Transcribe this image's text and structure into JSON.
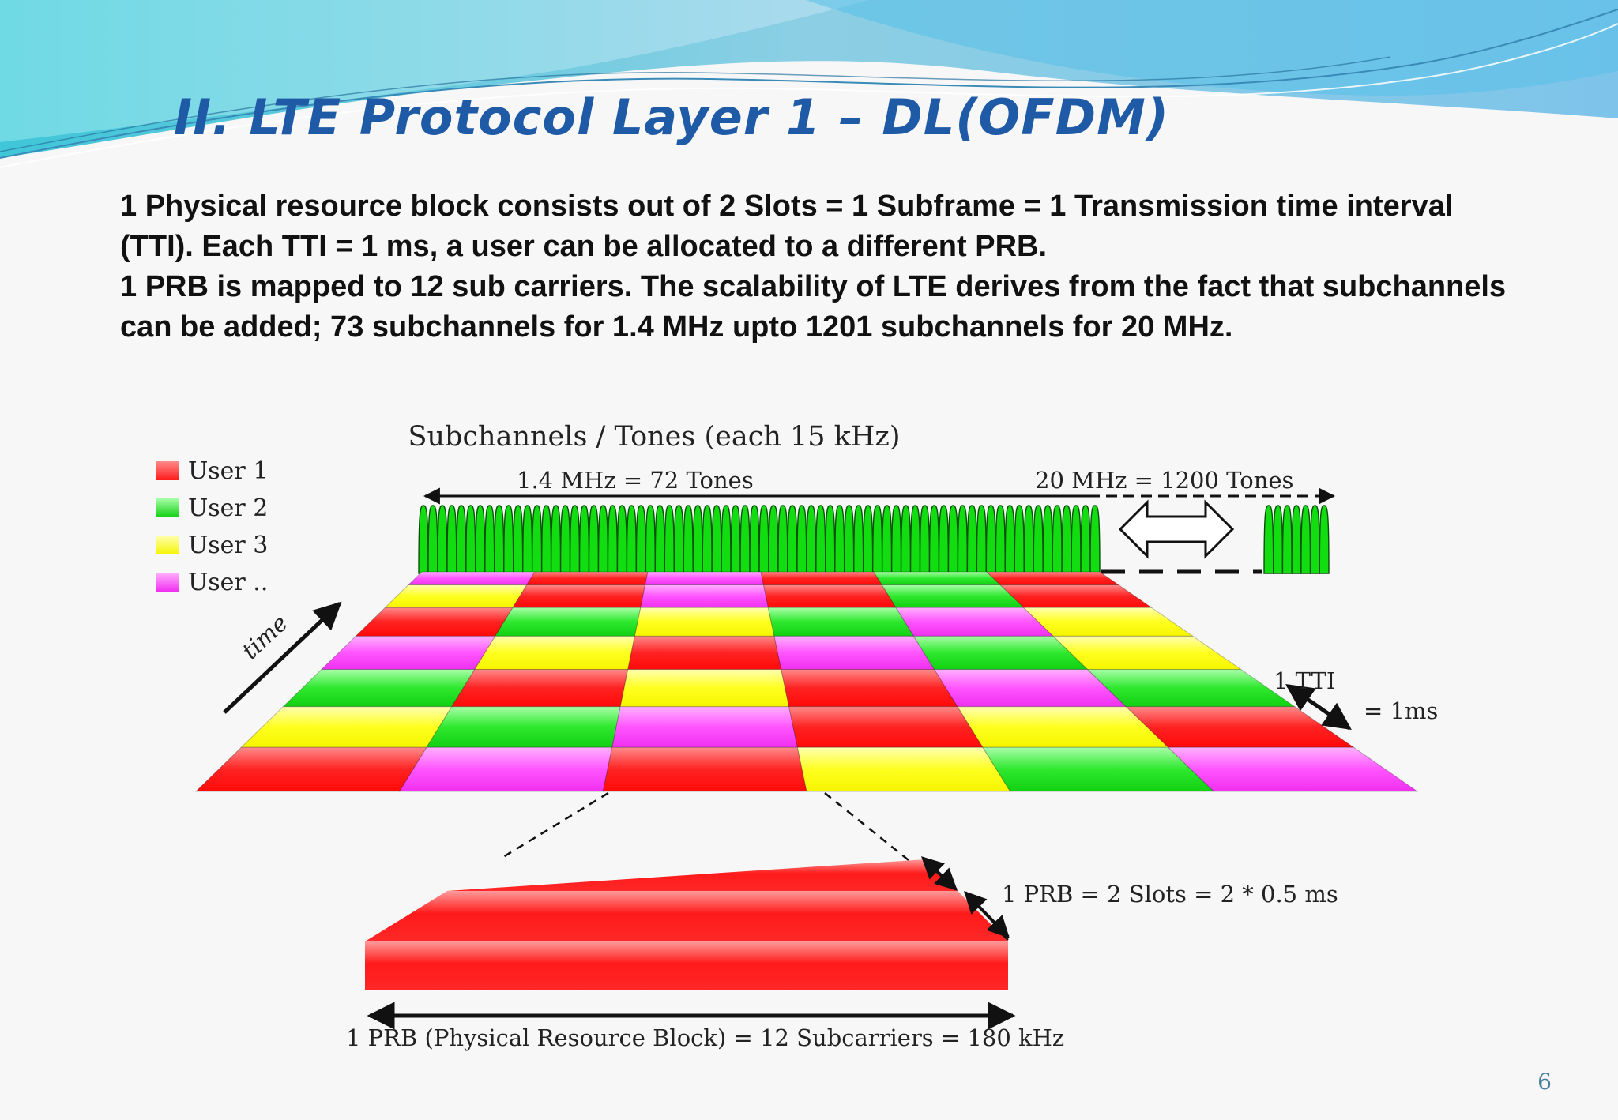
{
  "slide": {
    "title": "II. LTE Protocol Layer 1 – DL(OFDM)",
    "paragraphs": [
      "1 Physical resource block consists out of 2 Slots = 1 Subframe = 1 Transmission time interval (TTI). Each TTI = 1 ms, a user can be allocated to a different PRB.",
      "1 PRB is mapped to 12 sub carriers. The scalability of LTE derives from the fact that subchannels can be added; 73 subchannels for 1.4 MHz upto 1201 subchannels for 20 MHz."
    ],
    "page_number": "6"
  },
  "diagram": {
    "subchannels_label": "Subchannels / Tones (each 15 kHz)",
    "band_small_label": "1.4 MHz = 72 Tones",
    "band_large_label": "20 MHz = 1200 Tones",
    "time_label": "time",
    "tti_label": "1 TTI",
    "tti_value": "= 1ms",
    "prb_slots_label": "1 PRB = 2 Slots = 2 * 0.5 ms",
    "prb_width_label": "1 PRB (Physical Resource Block) = 12 Subcarriers = 180 kHz",
    "legend": [
      {
        "label": "User 1",
        "color": "#ff2a2a"
      },
      {
        "label": "User 2",
        "color": "#22dd22"
      },
      {
        "label": "User 3",
        "color": "#ffff00"
      },
      {
        "label": "User ..",
        "color": "#ff44ff"
      }
    ],
    "colors": {
      "user1": "#ff2a2a",
      "user2": "#22dd22",
      "user3": "#ffff00",
      "user4": "#ff44ff",
      "title": "#1f5aa6",
      "tones": "#11dd11"
    },
    "grid_rows": [
      [
        "user4",
        "user1",
        "user4",
        "user1",
        "user2",
        "user1"
      ],
      [
        "user3",
        "user1",
        "user4",
        "user1",
        "user2",
        "user1"
      ],
      [
        "user1",
        "user2",
        "user3",
        "user2",
        "user4",
        "user3"
      ],
      [
        "user4",
        "user3",
        "user1",
        "user4",
        "user2",
        "user3"
      ],
      [
        "user2",
        "user1",
        "user3",
        "user1",
        "user4",
        "user2"
      ],
      [
        "user3",
        "user2",
        "user4",
        "user1",
        "user3",
        "user1"
      ],
      [
        "user1",
        "user4",
        "user1",
        "user3",
        "user2",
        "user4"
      ]
    ]
  }
}
